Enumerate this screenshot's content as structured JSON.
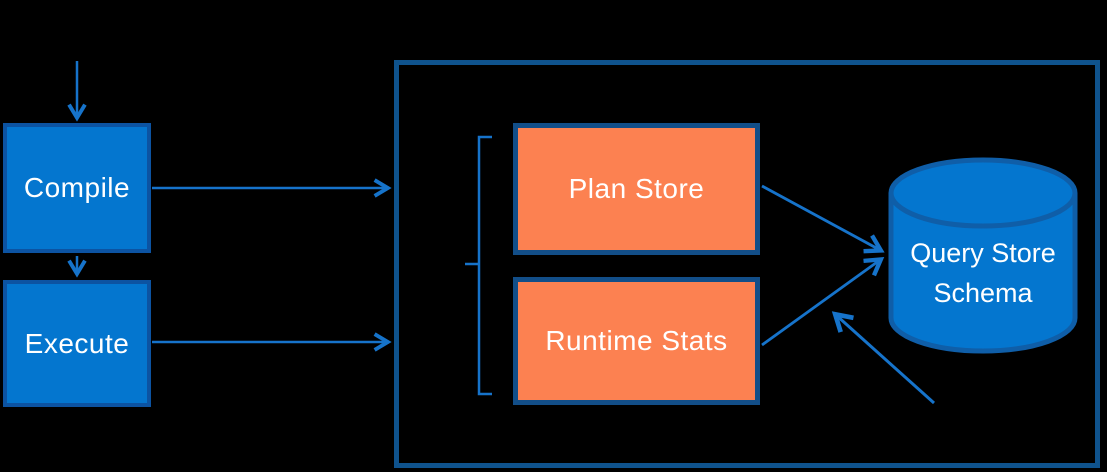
{
  "diagram": {
    "nodes": {
      "compile": {
        "label": "Compile"
      },
      "execute": {
        "label": "Execute"
      },
      "plan_store": {
        "label": "Plan Store"
      },
      "runtime_stats": {
        "label": "Runtime Stats"
      },
      "query_store_schema": {
        "label_line1": "Query Store",
        "label_line2": "Schema"
      }
    },
    "colors": {
      "background": "#000000",
      "node_fill_blue": "#0476CF",
      "node_border_blue": "#0C53A2",
      "node_fill_orange": "#FC8151",
      "node_border_navy": "#124E88",
      "container_border": "#0F538D",
      "cylinder_fill": "#0476CF",
      "cylinder_border": "#0F5EA8",
      "connector": "#1673CA",
      "text": "#FFFFFF"
    },
    "connectors": [
      {
        "name": "entry-arrow",
        "from": "top-edge",
        "to": "compile"
      },
      {
        "name": "compile-to-execute-arrow",
        "from": "compile",
        "to": "execute"
      },
      {
        "name": "compile-to-container-arrow",
        "from": "compile",
        "to": "query-store-container"
      },
      {
        "name": "execute-to-container-arrow",
        "from": "execute",
        "to": "query-store-container"
      },
      {
        "name": "stores-bracket",
        "from": "bracket",
        "to": "plan-store-and-runtime-stats"
      },
      {
        "name": "plan-store-to-schema-arrow",
        "from": "plan_store",
        "to": "query_store_schema"
      },
      {
        "name": "runtime-stats-to-schema-arrow",
        "from": "runtime_stats",
        "to": "query_store_schema"
      },
      {
        "name": "async-writeback-arrow",
        "from": "bottom-right",
        "to": "query_store_schema"
      }
    ]
  }
}
